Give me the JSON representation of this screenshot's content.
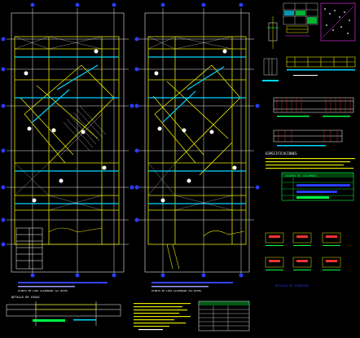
{
  "drawing": {
    "background": "#000000",
    "colors": {
      "grid": "#e8e8e8",
      "wall": "#e6e600",
      "beam": "#00d8ff",
      "marker": "#2a3cff",
      "diag": "#e6e600",
      "text": "#ffffff",
      "accent": "#ff33ff",
      "green": "#00ff44"
    },
    "plan_left_caption": "PLANTA DE LOSA ALIGERADA 1er NIVEL",
    "plan_right_caption": "PLANTA DE LOSA ALIGERADA 2do NIVEL",
    "detail_title": "DETALLE DE VIGAS",
    "notes_title": "ESPECIFICACIONES",
    "table_title": "CUADRO DE COLUMNAS",
    "sections_title": "DETALLE DE VIGUETAS"
  }
}
